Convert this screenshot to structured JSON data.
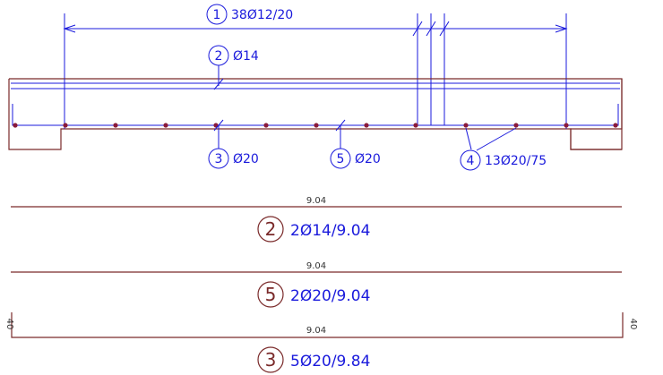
{
  "colors": {
    "annotation": "#1a1adc",
    "concrete": "#7a2a2a",
    "rebar_dot": "#8a1a3a",
    "background": "#ffffff"
  },
  "callouts": {
    "c1": {
      "number": "1",
      "text": "38Ø12/20"
    },
    "c2": {
      "number": "2",
      "text": "Ø14"
    },
    "c3": {
      "number": "3",
      "text": "Ø20"
    },
    "c5": {
      "number": "5",
      "text": "Ø20"
    },
    "c4": {
      "number": "4",
      "text": "13Ø20/75"
    }
  },
  "schedule": {
    "bar2": {
      "number": "2",
      "length": "9.04",
      "label": "2Ø14/9.04"
    },
    "bar5": {
      "number": "5",
      "length": "9.04",
      "label": "2Ø20/9.04"
    },
    "bar3": {
      "number": "3",
      "length": "9.04",
      "label": "5Ø20/9.84",
      "hook_left": "40",
      "hook_right": "40"
    }
  }
}
